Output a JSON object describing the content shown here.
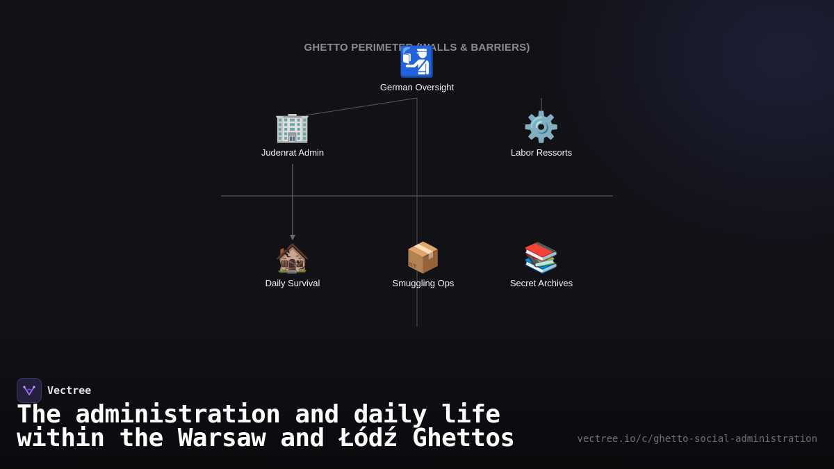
{
  "diagram": {
    "perimeter_title": "GHETTO PERIMETER (WALLS & BARRIERS)",
    "nodes": [
      {
        "id": "german-oversight",
        "emoji": "🛂",
        "label": "German Oversight"
      },
      {
        "id": "judenrat-admin",
        "emoji": "🏢",
        "label": "Judenrat Admin"
      },
      {
        "id": "labor-ressorts",
        "emoji": "⚙️",
        "label": "Labor Ressorts"
      },
      {
        "id": "daily-survival",
        "emoji": "🏚️",
        "label": "Daily Survival"
      },
      {
        "id": "smuggling-ops",
        "emoji": "📦",
        "label": "Smuggling Ops"
      },
      {
        "id": "secret-archives",
        "emoji": "📚",
        "label": "Secret Archives"
      }
    ],
    "line_color": "#5a5a62"
  },
  "brand": {
    "name": "Vectree",
    "logo_icon": "vectree-logo-icon",
    "accent": "#a86bff"
  },
  "headline": {
    "line1": "The administration and daily life",
    "line2": "within the Warsaw and Łódź Ghettos"
  },
  "url": "vectree.io/c/ghetto-social-administration"
}
